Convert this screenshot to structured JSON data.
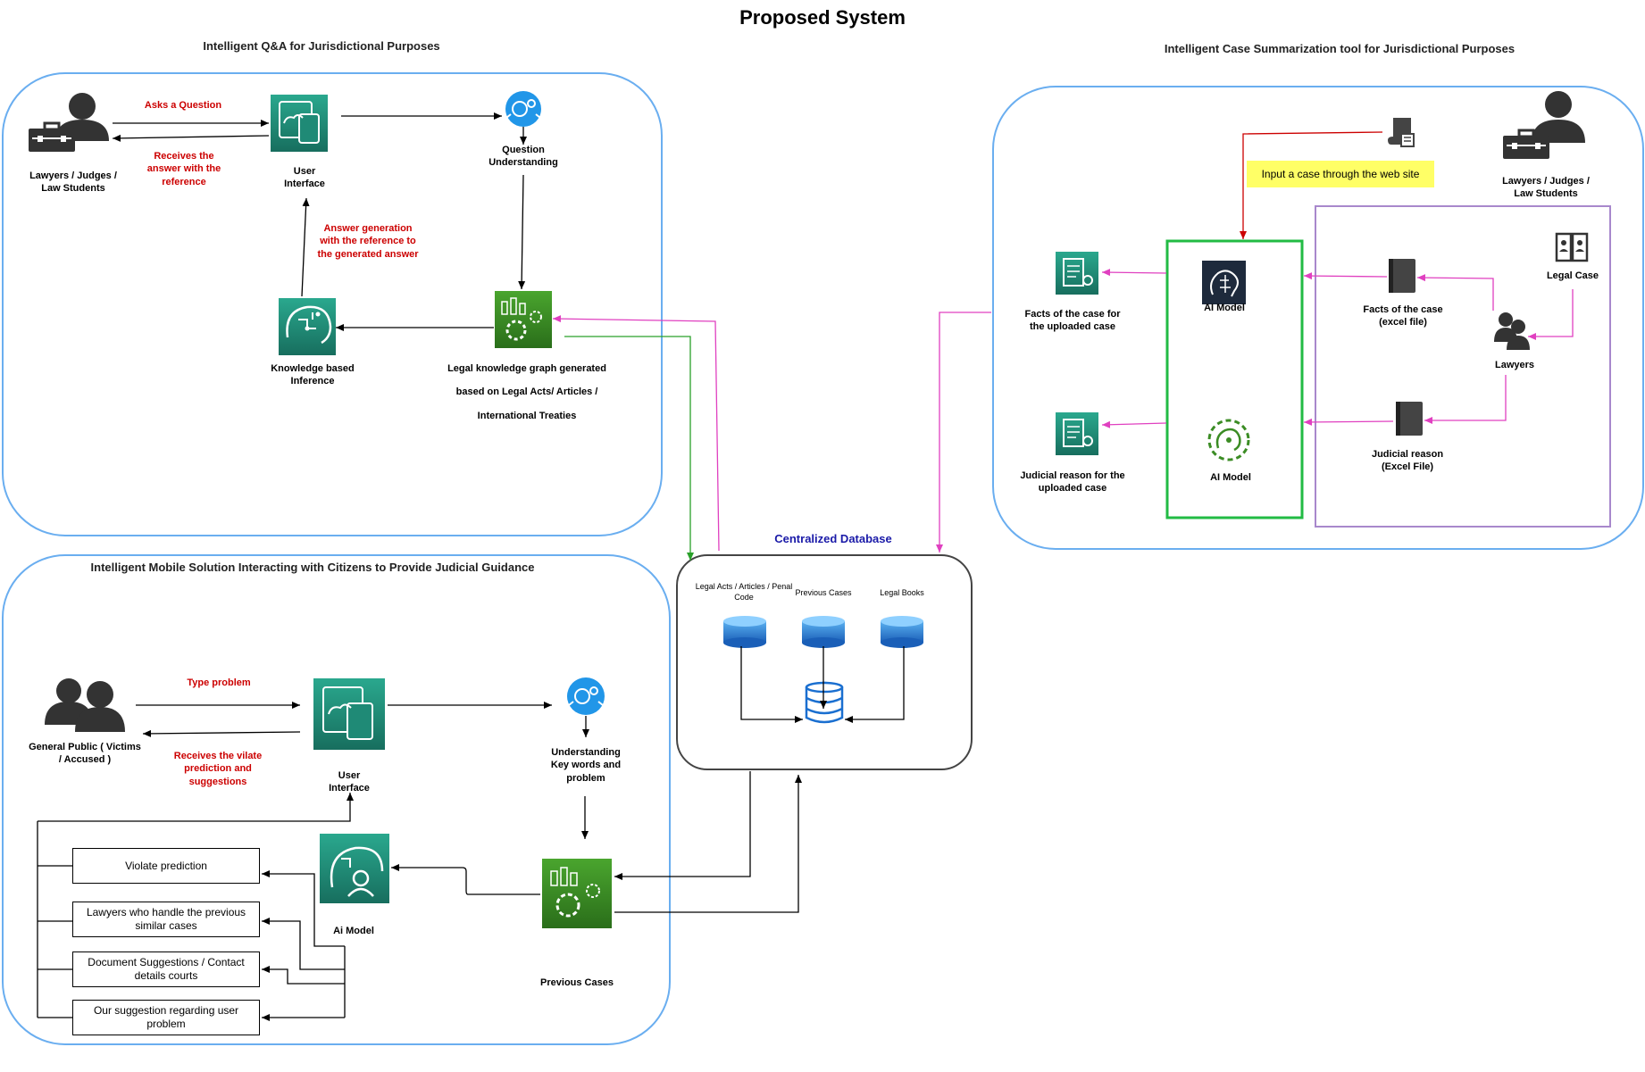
{
  "title": "Proposed System",
  "sections": {
    "qa": "Intelligent Q&A for Jurisdictional Purposes",
    "summarization": "Intelligent Case Summarization tool for Jurisdictional Purposes",
    "mobile": "Intelligent Mobile Solution Interacting with Citizens to Provide Judicial Guidance",
    "database": "Centralized Database"
  },
  "qa": {
    "users": "Lawyers / Judges / Law Students",
    "asks": "Asks a Question",
    "receives": "Receives  the answer with the reference",
    "ui": "User Interface",
    "question": "Question Understanding",
    "answer_gen": "Answer generation with the reference to the generated answer",
    "kb_inference": "Knowledge based Inference",
    "graph_l1": "Legal knowledge graph generated",
    "graph_l2": "based on Legal Acts/ Articles /",
    "graph_l3": "International Treaties"
  },
  "summ": {
    "input": "Input a case through the web site",
    "users": "Lawyers / Judges / Law Students",
    "ai1": "AI Model",
    "ai2": "AI Model",
    "facts_out": "Facts of the case for the uploaded case",
    "reason_out": "Judicial reason for the uploaded case",
    "facts_file": "Facts of  the case (excel file)",
    "reason_file": "Judicial reason (Excel File)",
    "legal_case": "Legal Case",
    "lawyers": "Lawyers"
  },
  "db": {
    "acts": "Legal Acts / Articles / Penal Code",
    "prev": "Previous Cases",
    "books": "Legal Books"
  },
  "mobile": {
    "users": "General Public ( Victims / Accused )",
    "type": "Type problem",
    "receives": "Receives  the  vilate prediction and suggestions",
    "ui": "User Interface",
    "understand": "Understanding Key words and problem",
    "ai": "Ai Model",
    "prev": "Previous Cases",
    "outputs": [
      "Violate prediction",
      "Lawyers who handle the previous similar cases",
      "Document Suggestions / Contact details courts",
      "Our suggestion regarding user problem"
    ]
  },
  "colors": {
    "panel_border": "#6aaef0",
    "green_icon": "#3b8c24",
    "pink_arrow": "#e040c0",
    "red_arrow": "#cc0000",
    "green_arrow": "#2aa02a",
    "ai_box_border": "#22bb44",
    "lawyer_box_border": "#a888cc",
    "highlight": "#ffff66",
    "db_blue": "#2b7fd6"
  }
}
